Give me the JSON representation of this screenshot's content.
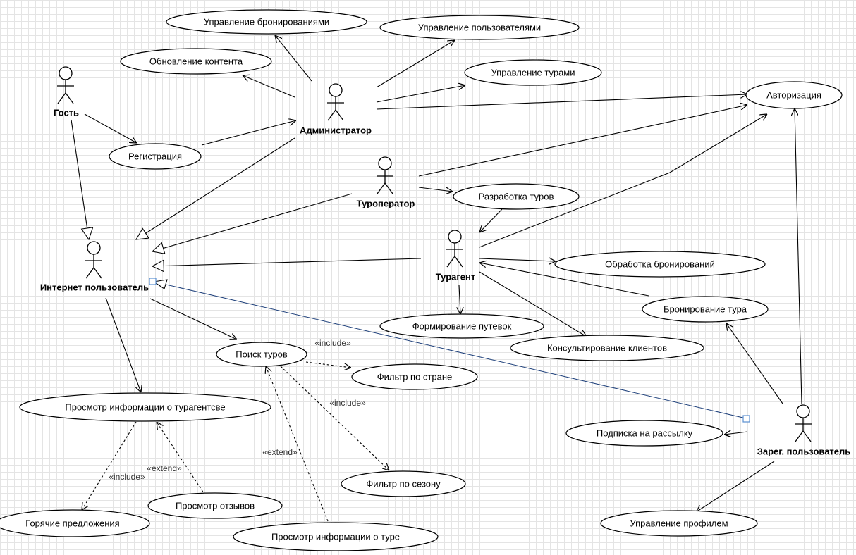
{
  "actors": {
    "guest": "Гость",
    "admin": "Администратор",
    "touroperator": "Туроператор",
    "internet_user": "Интернет пользователь",
    "travel_agent": "Турагент",
    "registered_user": "Зарег. пользователь"
  },
  "use_cases": {
    "manage_bookings": "Управление бронированиями",
    "manage_users": "Управление пользователями",
    "update_content": "Обновление контента",
    "manage_tours": "Управление турами",
    "authorization": "Авторизация",
    "registration": "Регистрация",
    "tour_development": "Разработка туров",
    "booking_processing": "Обработка бронирований",
    "tour_booking": "Бронирование тура",
    "voucher_forming": "Формирование путевок",
    "client_consulting": "Консультирование клиентов",
    "tour_search": "Поиск туров",
    "country_filter": "Фильтр по стране",
    "agency_info": "Просмотр информации о турагентсве",
    "subscription": "Подписка на рассылку",
    "season_filter": "Фильтр по сезону",
    "reviews": "Просмотр отзывов",
    "hot_offers": "Горячие предложения",
    "profile_management": "Управление профилем",
    "tour_info": "Просмотр информации о туре"
  },
  "stereotypes": {
    "include_country": "«include»",
    "include_season": "«include»",
    "include_hot": "«include»",
    "extend_reviews": "«extend»",
    "extend_tour_info": "«extend»"
  }
}
